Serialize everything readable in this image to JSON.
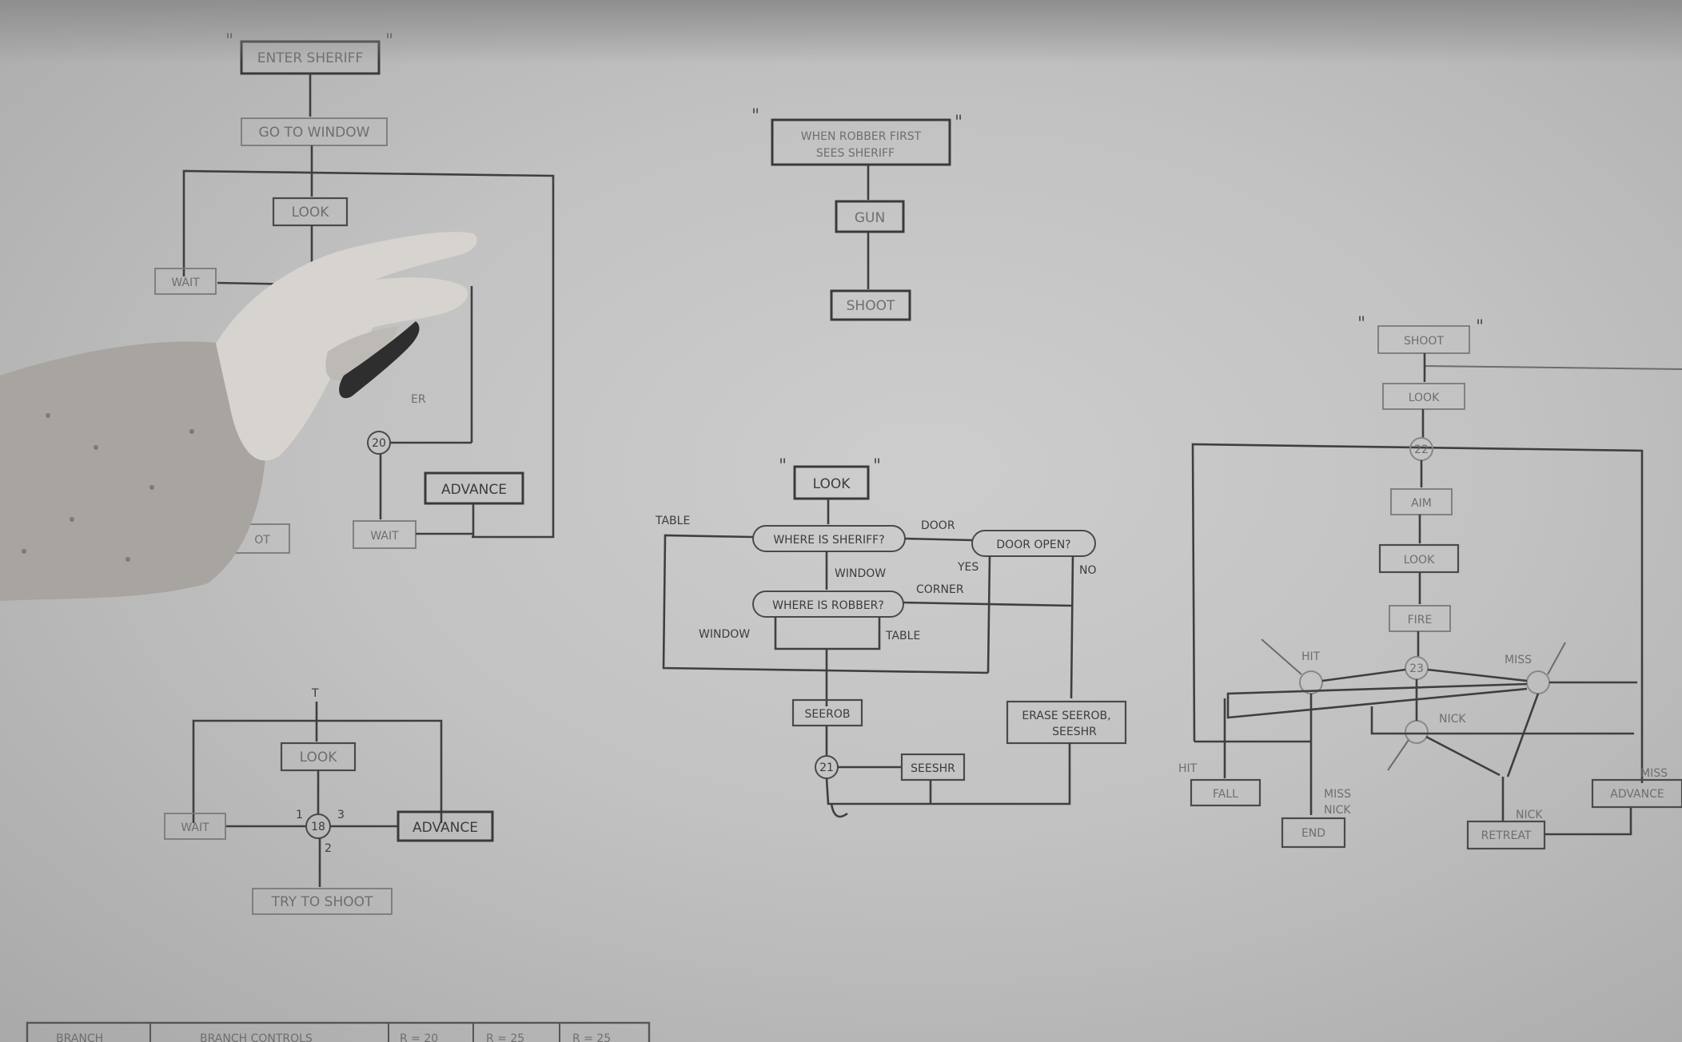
{
  "flowchart_sheriff": {
    "title": "ENTER SHERIFF",
    "go_to_window": "GO TO WINDOW",
    "look": "LOOK",
    "wait_left": "WAIT",
    "node_20": "20",
    "advance": "ADVANCE",
    "wait_bottom": "WAIT",
    "partial_er": "ER",
    "partial_ot": "OT"
  },
  "flowchart_robber": {
    "title_line1": "WHEN ROBBER FIRST",
    "title_line2": "SEES SHERIFF",
    "gun": "GUN",
    "shoot": "SHOOT"
  },
  "flowchart_look": {
    "title": "LOOK",
    "where_is_sheriff": "WHERE IS SHERIFF?",
    "door_open": "DOOR OPEN?",
    "where_is_robber": "WHERE IS ROBBER?",
    "label_table": "TABLE",
    "label_door": "DOOR",
    "label_window": "WINDOW",
    "label_yes": "YES",
    "label_no": "NO",
    "label_corner": "CORNER",
    "label_window2": "WINDOW",
    "label_table2": "TABLE",
    "seerob": "SEEROB",
    "erase_line1": "ERASE SEEROB,",
    "erase_line2": "SEESHR",
    "node_21": "21",
    "seeshr": "SEESHR"
  },
  "flowchart_loop": {
    "look": "LOOK",
    "wait": "WAIT",
    "node_18": "18",
    "advance": "ADVANCE",
    "try_to_shoot": "TRY TO SHOOT",
    "branch_1": "1",
    "branch_2": "2",
    "branch_3": "3",
    "top_mark": "T"
  },
  "flowchart_shoot": {
    "title": "SHOOT",
    "look1": "LOOK",
    "node_22": "22",
    "aim": "AIM",
    "look2": "LOOK",
    "fire": "FIRE",
    "node_23": "23",
    "hit": "HIT",
    "miss": "MISS",
    "nick": "NICK",
    "hit2": "HIT",
    "fall": "FALL",
    "miss_nick_1": "MISS",
    "miss_nick_2": "NICK",
    "end": "END",
    "nick2": "NICK",
    "retreat": "RETREAT",
    "miss2": "MISS",
    "advance": "ADVANCE"
  },
  "bottom_table": {
    "col1": "BRANCH",
    "col2": "BRANCH CONTROLS",
    "col3": "R = 20",
    "col4": "R = 25",
    "col5": "R = 25"
  }
}
